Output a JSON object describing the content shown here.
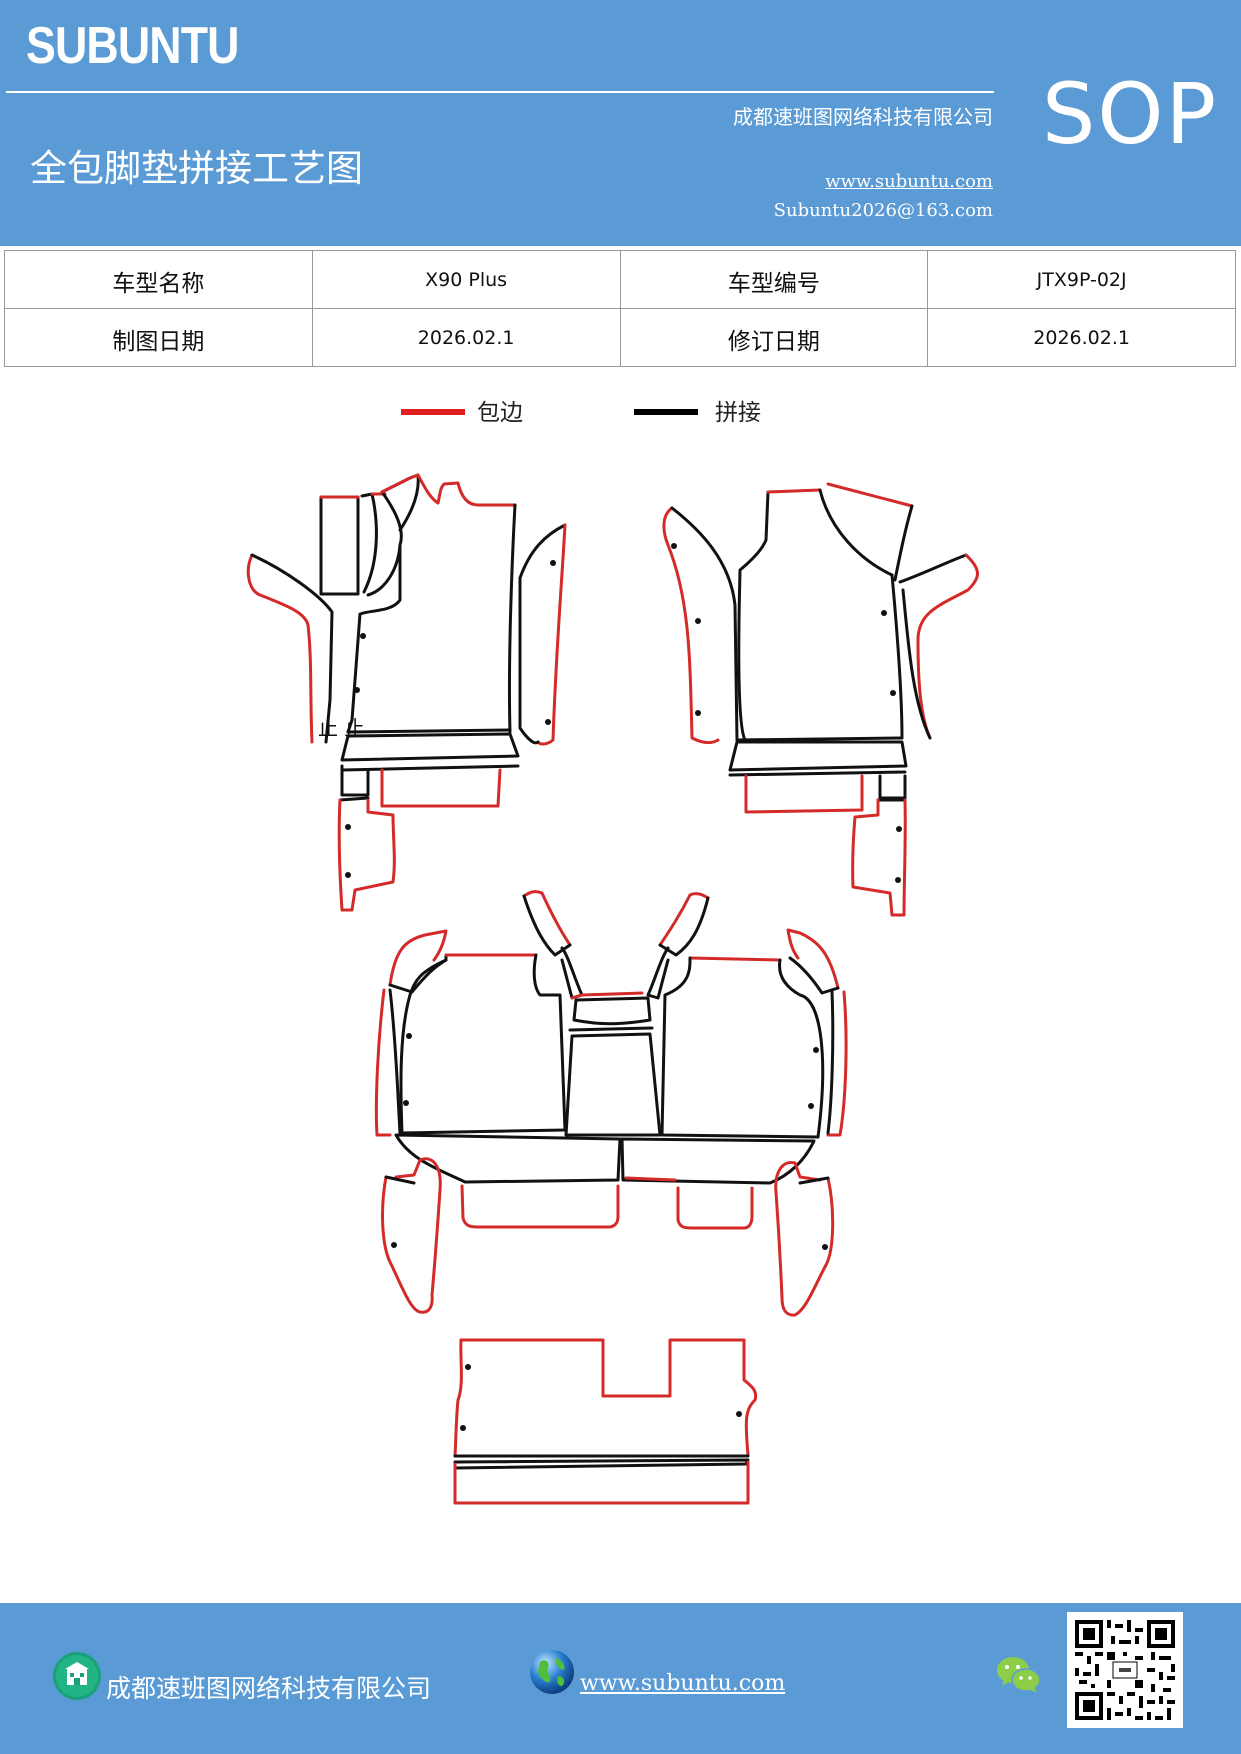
{
  "header": {
    "brand": "SUBUNTU",
    "badge": "SOP",
    "company": "成都速班图网络科技有限公司",
    "title": "全包脚垫拼接工艺图",
    "website": "www.subuntu.com",
    "email": "Subuntu2026@163.com",
    "background_color": "#5b9bd5"
  },
  "info_table": {
    "rows": [
      [
        {
          "text": "车型名称",
          "kind": "label"
        },
        {
          "text": "X90 Plus",
          "kind": "value"
        },
        {
          "text": "车型编号",
          "kind": "label"
        },
        {
          "text": "JTX9P-02J",
          "kind": "value"
        }
      ],
      [
        {
          "text": "制图日期",
          "kind": "label"
        },
        {
          "text": "2026.02.1",
          "kind": "value"
        },
        {
          "text": "修订日期",
          "kind": "label"
        },
        {
          "text": "2026.02.1",
          "kind": "value"
        }
      ]
    ]
  },
  "legend": {
    "items": [
      {
        "label": "包边",
        "color": "#e02020"
      },
      {
        "label": "拼接",
        "color": "#000000"
      }
    ]
  },
  "diagram": {
    "edge_color": "#d42a2a",
    "seam_color": "#111111",
    "annotation": "止 止"
  },
  "footer": {
    "company": "成都速班图网络科技有限公司",
    "website": "www.subuntu.com",
    "building_icon": "building-icon",
    "globe_icon": "globe-icon",
    "chat_icon": "wechat-icon"
  }
}
